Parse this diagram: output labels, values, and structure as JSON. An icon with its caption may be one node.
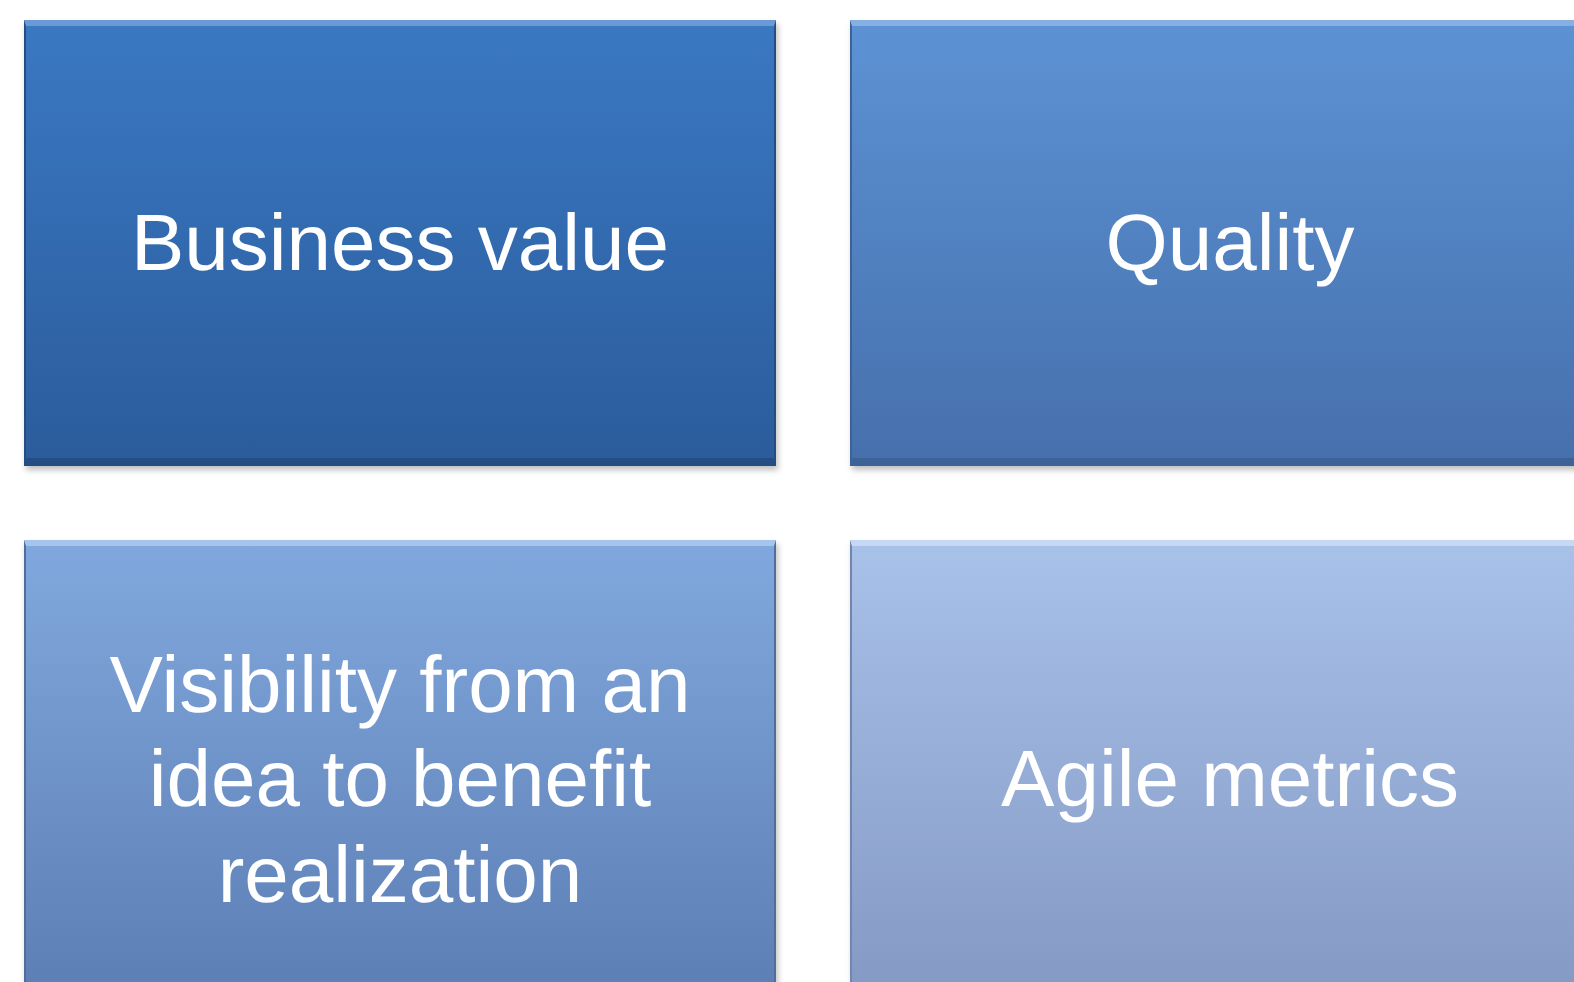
{
  "diagram": {
    "nodes": [
      {
        "text": [
          "Business value"
        ]
      },
      {
        "text": [
          "Quality"
        ]
      },
      {
        "text": [
          "Visibility from an idea to benefit realization"
        ]
      },
      {
        "text": [
          "Agile metrics"
        ]
      }
    ]
  }
}
